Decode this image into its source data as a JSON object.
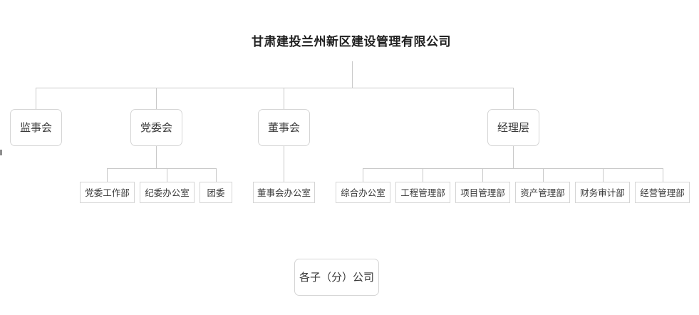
{
  "chart_data": {
    "type": "diagram",
    "diagram_type": "organization-chart",
    "title": "甘肃建投兰州新区建设管理有限公司",
    "orientation": "top-down",
    "levels": 3,
    "node_count": 15
  },
  "colors": {
    "background": "#ffffff",
    "connector": "#c9c9c9",
    "box_border": "#d5d5d5",
    "title_text": "#1f1f1f",
    "node_text": "#3a3a3a"
  },
  "root": {
    "label": "甘肃建投兰州新区建设管理有限公司"
  },
  "level2": [
    {
      "label": "监事会"
    },
    {
      "label": "党委会"
    },
    {
      "label": "董事会"
    },
    {
      "label": "经理层"
    }
  ],
  "party_children": [
    {
      "label": "党委工作部"
    },
    {
      "label": "纪委办公室"
    },
    {
      "label": "团委"
    }
  ],
  "board_children": [
    {
      "label": "董事会办公室"
    }
  ],
  "manager_children": [
    {
      "label": "综合办公室"
    },
    {
      "label": "工程管理部"
    },
    {
      "label": "项目管理部"
    },
    {
      "label": "资产管理部"
    },
    {
      "label": "财务审计部"
    },
    {
      "label": "经营管理部"
    }
  ],
  "subsidiary": {
    "label": "各子（分）公司"
  }
}
